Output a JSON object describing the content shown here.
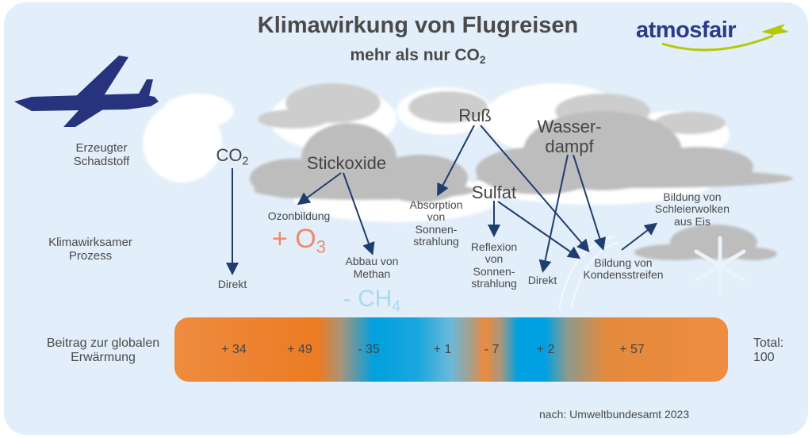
{
  "header": {
    "title": "Klimawirkung von Flugreisen",
    "subtitle_prefix": "mehr als nur CO",
    "subtitle_sub": "2"
  },
  "logo": {
    "text": "atmosfair",
    "colors": {
      "text": "#2d3a8c",
      "swoosh": "#b5c800"
    }
  },
  "row_labels": {
    "emitted": [
      "Erzeugter",
      "Schadstoff"
    ],
    "process": [
      "Klimawirksamer",
      "Prozess"
    ],
    "contribution": [
      "Beitrag zur globalen",
      "Erwärmung"
    ]
  },
  "pollutants": {
    "co2": "CO",
    "co2_sub": "2",
    "nox": "Stickoxide",
    "soot": "Ruß",
    "sulfate": "Sulfat",
    "water": [
      "Wasser-",
      "dampf"
    ]
  },
  "processes": {
    "co2_direct": "Direkt",
    "ozone": "Ozonbildung",
    "ozone_symbol": "+ O",
    "ozone_sub": "3",
    "methane": [
      "Abbau von",
      "Methan"
    ],
    "methane_symbol": "- CH",
    "methane_sub": "4",
    "absorption": [
      "Absorption",
      "von",
      "Sonnen-",
      "strahlung"
    ],
    "reflection": [
      "Reflexion",
      "von",
      "Sonnen-",
      "strahlung"
    ],
    "water_direct": "Direkt",
    "contrails": [
      "Bildung von",
      "Kondensstreifen"
    ],
    "cirrus": [
      "Bildung von",
      "Schleierwolken",
      "aus Eis"
    ]
  },
  "contributions": [
    "+ 34",
    "+ 49",
    "- 35",
    "+ 1",
    "- 7",
    "+ 2",
    "+ 57"
  ],
  "total": [
    "Total:",
    "100"
  ],
  "source": "nach: Umweltbundesamt 2023",
  "colors": {
    "warming": "#ec7b22",
    "cooling": "#00a0df",
    "ozone": "#ef8b6c",
    "methane": "#a9d9f2",
    "arrow": "#1f3d6e"
  }
}
